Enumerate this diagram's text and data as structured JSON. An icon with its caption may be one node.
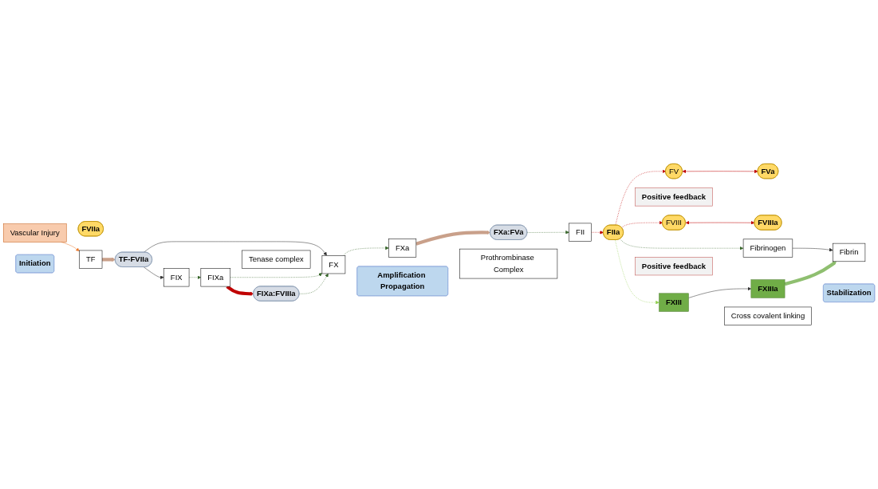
{
  "diagram": {
    "nodes": [
      {
        "text": [
          "Initiation"
        ]
      },
      {
        "text": [
          "Vascular Injury"
        ]
      },
      {
        "text": [
          "FVIIa"
        ]
      },
      {
        "text": [
          "TF"
        ]
      },
      {
        "text": [
          "TF-FVIIa"
        ]
      },
      {
        "text": [
          "FIX"
        ]
      },
      {
        "text": [
          "FX"
        ]
      },
      {
        "text": [
          "FV"
        ]
      },
      {
        "text": [
          "Positive feedback"
        ]
      },
      {
        "text": [
          "FVa"
        ]
      },
      {
        "text": [
          "FVIII"
        ]
      },
      {
        "text": [
          "FIXa"
        ]
      },
      {
        "text": [
          "FXa"
        ]
      },
      {
        "text": [
          "FIIa"
        ]
      },
      {
        "text": [
          "FXa:FVa"
        ]
      },
      {
        "text": [
          "FVIIIa"
        ]
      },
      {
        "text": [
          "FIXa:FVIIIa"
        ]
      },
      {
        "text": [
          "Prothrombinase Complex"
        ]
      },
      {
        "text": [
          "FII"
        ]
      },
      {
        "text": [
          "FXIII"
        ]
      },
      {
        "text": [
          "Fibrinogen"
        ]
      },
      {
        "text": [
          "Tenase complex"
        ]
      },
      {
        "text": [
          "FXIIIa"
        ]
      },
      {
        "text": [
          "Fibrin"
        ]
      },
      {
        "text": [
          "Positive feedback"
        ]
      },
      {
        "text": [
          "Amplification Propagation"
        ]
      },
      {
        "text": [
          "Cross covalent linking"
        ]
      },
      {
        "text": [
          "Stabilization"
        ]
      }
    ],
    "edges": [
      {
        "from": 1,
        "to": 3,
        "arrow": "to",
        "color": "#ed7d31"
      },
      {
        "from": 3,
        "to": 4,
        "arrow": "to",
        "style": "thick",
        "color": "#c9a08a"
      },
      {
        "from": 4,
        "to": 5,
        "arrow": "to"
      },
      {
        "from": 4,
        "to": 6,
        "arrow": "to"
      },
      {
        "from": 5,
        "to": 11,
        "arrow": "to",
        "style": "dashed",
        "color": "#38662a"
      },
      {
        "from": 6,
        "to": 12,
        "arrow": "to",
        "style": "dashed",
        "color": "#38662a"
      },
      {
        "from": 11,
        "to": 6,
        "arrow": "to",
        "style": "dashed",
        "color": "#38662a"
      },
      {
        "from": 16,
        "to": 6,
        "arrow": "to",
        "style": "dashed",
        "color": "#38662a"
      },
      {
        "from": 11,
        "to": 16,
        "arrow": "to",
        "style": "thick",
        "color": "#c00000"
      },
      {
        "from": 10,
        "to": 15,
        "arrow": "both",
        "color": "#c00000"
      },
      {
        "from": 7,
        "to": 9,
        "arrow": "both",
        "color": "#c00000"
      },
      {
        "from": 12,
        "to": 14,
        "arrow": "to",
        "style": "thick",
        "color": "#c9a08a"
      },
      {
        "from": 14,
        "to": 18,
        "arrow": "to",
        "style": "dashed",
        "color": "#38662a"
      },
      {
        "from": 18,
        "to": 13,
        "arrow": "to",
        "style": "dashed",
        "color": "#c00000"
      },
      {
        "from": 13,
        "to": 19,
        "arrow": "to",
        "style": "dashed",
        "color": "#92d050"
      },
      {
        "from": 13,
        "to": 20,
        "arrow": "to",
        "style": "dashed",
        "color": "#38662a"
      },
      {
        "from": 19,
        "to": 22,
        "arrow": "to"
      },
      {
        "from": 20,
        "to": 23,
        "arrow": "to"
      },
      {
        "from": 22,
        "to": 23,
        "arrow": "to",
        "style": "thick",
        "color": "#8fbf70"
      },
      {
        "from": 13,
        "to": 7,
        "arrow": "to",
        "style": "dashed",
        "color": "#c00000"
      },
      {
        "from": 13,
        "to": 10,
        "arrow": "to",
        "style": "dashed",
        "color": "#c00000"
      }
    ]
  }
}
